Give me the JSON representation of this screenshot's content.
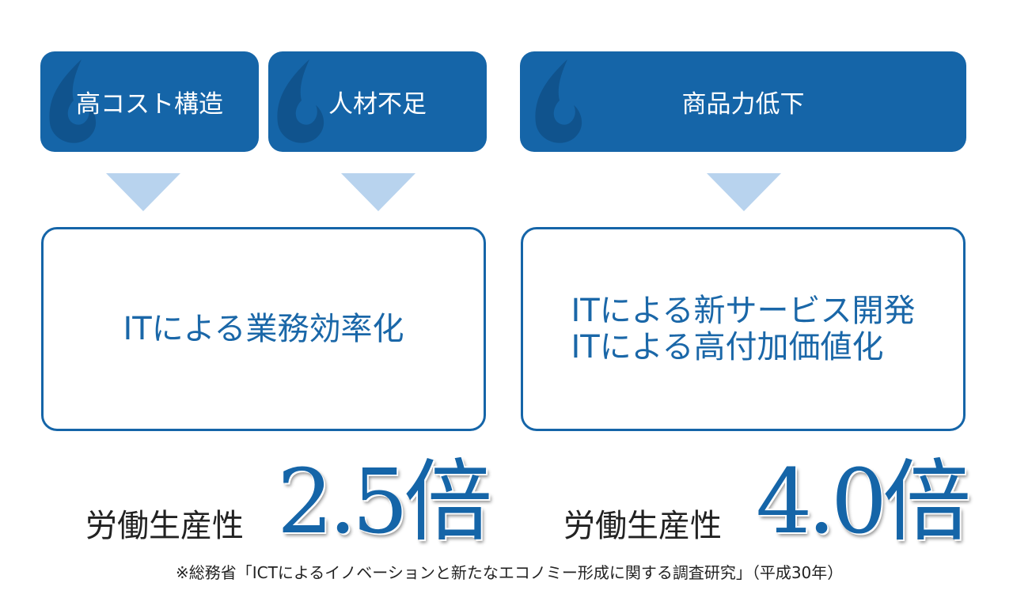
{
  "problems": [
    "高コスト構造",
    "人材不足",
    "商品力低下"
  ],
  "solutions": {
    "left": [
      "ITによる業務効率化"
    ],
    "right": [
      "ITによる新サービス開発",
      "ITによる高付加価値化"
    ]
  },
  "results": [
    {
      "label": "労働生産性",
      "value": "2.5倍"
    },
    {
      "label": "労働生産性",
      "value": "4.0倍"
    }
  ],
  "footnote": "※総務省「ICTによるイノベーションと新たなエコノミー形成に関する調査研究」（平成30年）",
  "colors": {
    "primary": "#1565a8",
    "arrow": "#b8d3ee",
    "flame": "#0f4f86"
  }
}
